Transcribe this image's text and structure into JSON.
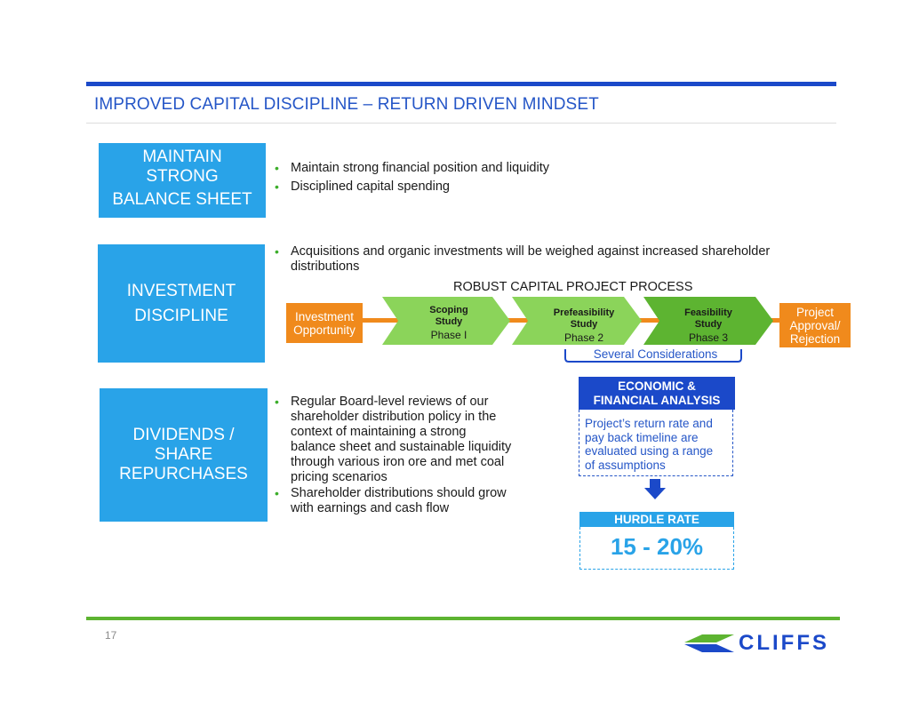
{
  "header": {
    "title": "IMPROVED CAPITAL DISCIPLINE – RETURN DRIVEN MINDSET"
  },
  "sections": {
    "balance_sheet": {
      "label_lines": [
        "MAINTAIN",
        "STRONG",
        "BALANCE SHEET"
      ],
      "bullets": [
        "Maintain strong financial position and liquidity",
        "Disciplined capital spending"
      ]
    },
    "investment": {
      "label_lines": [
        "INVESTMENT",
        "DISCIPLINE"
      ],
      "bullet_line1": "Acquisitions and organic investments will be weighed against increased shareholder",
      "bullet_line2": "distributions"
    },
    "dividends": {
      "label_lines": [
        "DIVIDENDS /",
        "SHARE",
        "REPURCHASES"
      ],
      "bullet1_lines": [
        "Regular Board-level reviews of our",
        "shareholder distribution policy in the",
        "context of maintaining a strong",
        "balance sheet and sustainable liquidity",
        "through various iron ore and met coal",
        "pricing scenarios"
      ],
      "bullet2_lines": [
        "Shareholder distributions should grow",
        "with earnings and cash flow"
      ]
    }
  },
  "process": {
    "title": "ROBUST CAPITAL PROJECT PROCESS",
    "start_lines": [
      "Investment",
      "Opportunity"
    ],
    "end_lines": [
      "Project",
      "Approval/",
      "Rejection"
    ],
    "stages": [
      {
        "name_lines": [
          "Scoping",
          "Study"
        ],
        "phase": "Phase I"
      },
      {
        "name_lines": [
          "Prefeasibility",
          "Study"
        ],
        "phase": "Phase 2"
      },
      {
        "name_lines": [
          "Feasibility",
          "Study"
        ],
        "phase": "Phase 3"
      }
    ],
    "considerations": "Several Considerations"
  },
  "analysis": {
    "head_lines": [
      "ECONOMIC &",
      "FINANCIAL ANALYSIS"
    ],
    "body_lines": [
      "Project’s return rate and",
      "pay back timeline are",
      "evaluated using a range",
      "of assumptions"
    ]
  },
  "hurdle": {
    "label": "HURDLE RATE",
    "value": "15 - 20%"
  },
  "footer": {
    "page_number": "17",
    "logo_text": "CLIFFS"
  },
  "colors": {
    "brand_blue": "#1b49c9",
    "light_blue": "#29a3e8",
    "orange": "#f08a1c",
    "green": "#5db431",
    "chevron_green": "#8bd45a"
  },
  "icons": [
    "down-arrow-icon",
    "cliffs-logo-icon",
    "bullet-dot-icon",
    "bracket-icon"
  ]
}
